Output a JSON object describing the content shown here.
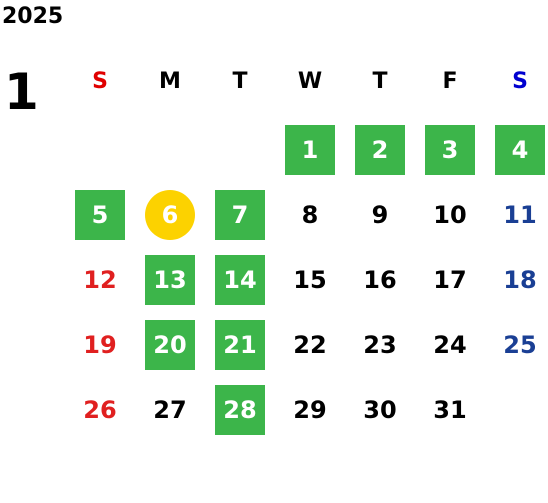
{
  "year": "2025",
  "month": "1",
  "weekdays": [
    "S",
    "M",
    "T",
    "W",
    "T",
    "F",
    "S"
  ],
  "colors": {
    "sunday": "#e02020",
    "saturday": "#1a3f94",
    "weekday": "#000000",
    "sunday_header": "#e00000",
    "saturday_header": "#0000d0",
    "highlight_box": "#3cb54a",
    "today_circle": "#fcd200",
    "highlight_text": "#ffffff"
  },
  "first_weekday": 3,
  "days_in_month": 31,
  "highlighted_days": [
    1,
    2,
    3,
    4,
    5,
    7,
    13,
    14,
    20,
    21,
    28
  ],
  "today": 6
}
